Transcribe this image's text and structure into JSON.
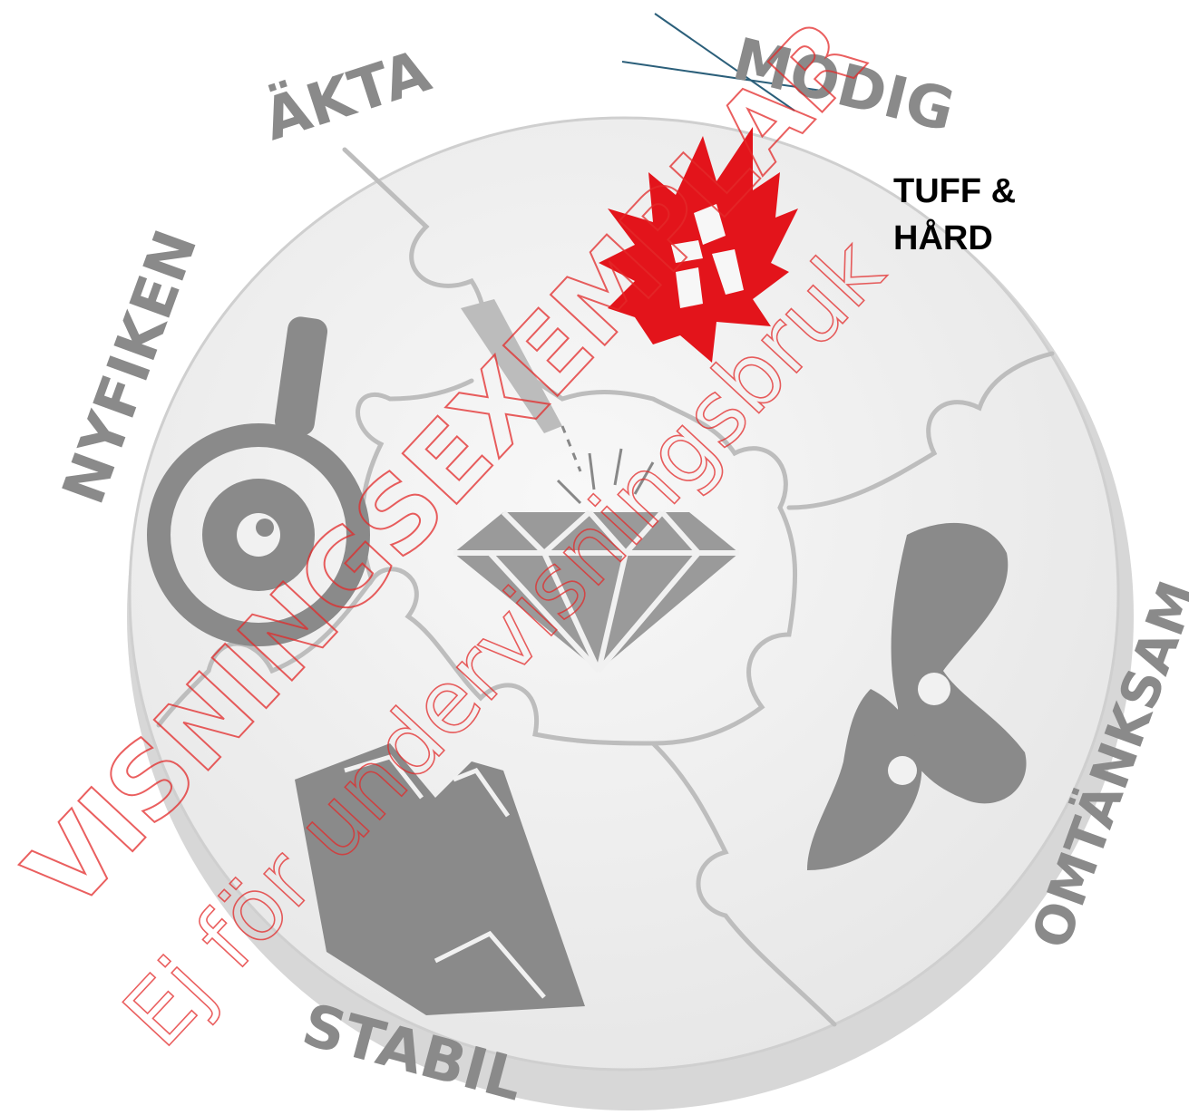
{
  "labels": {
    "akta": "ÄKTA",
    "modig": "MODIG",
    "nyfiken": "NYFIKEN",
    "omtanksam": "OMTÄNKSAM",
    "stabil": "STABIL"
  },
  "callout": {
    "line1": "TUFF &",
    "line2": "HÅRD"
  },
  "watermark": {
    "line1": "VISNINGSEXEMPLAR",
    "line2": "Ej för undervisningsbruk"
  },
  "colors": {
    "puzzle_face": "#f1f1f1",
    "puzzle_edge": "#cfcfcf",
    "icon_gray": "#8a8a8a",
    "flame_red": "#e3141b",
    "watermark_red": "#e32a2a",
    "pointer_line": "#2b5f7a"
  },
  "icons": [
    "magnifier-icon",
    "flame-icon",
    "diamond-icon",
    "mountain-icon",
    "hands-icon"
  ]
}
